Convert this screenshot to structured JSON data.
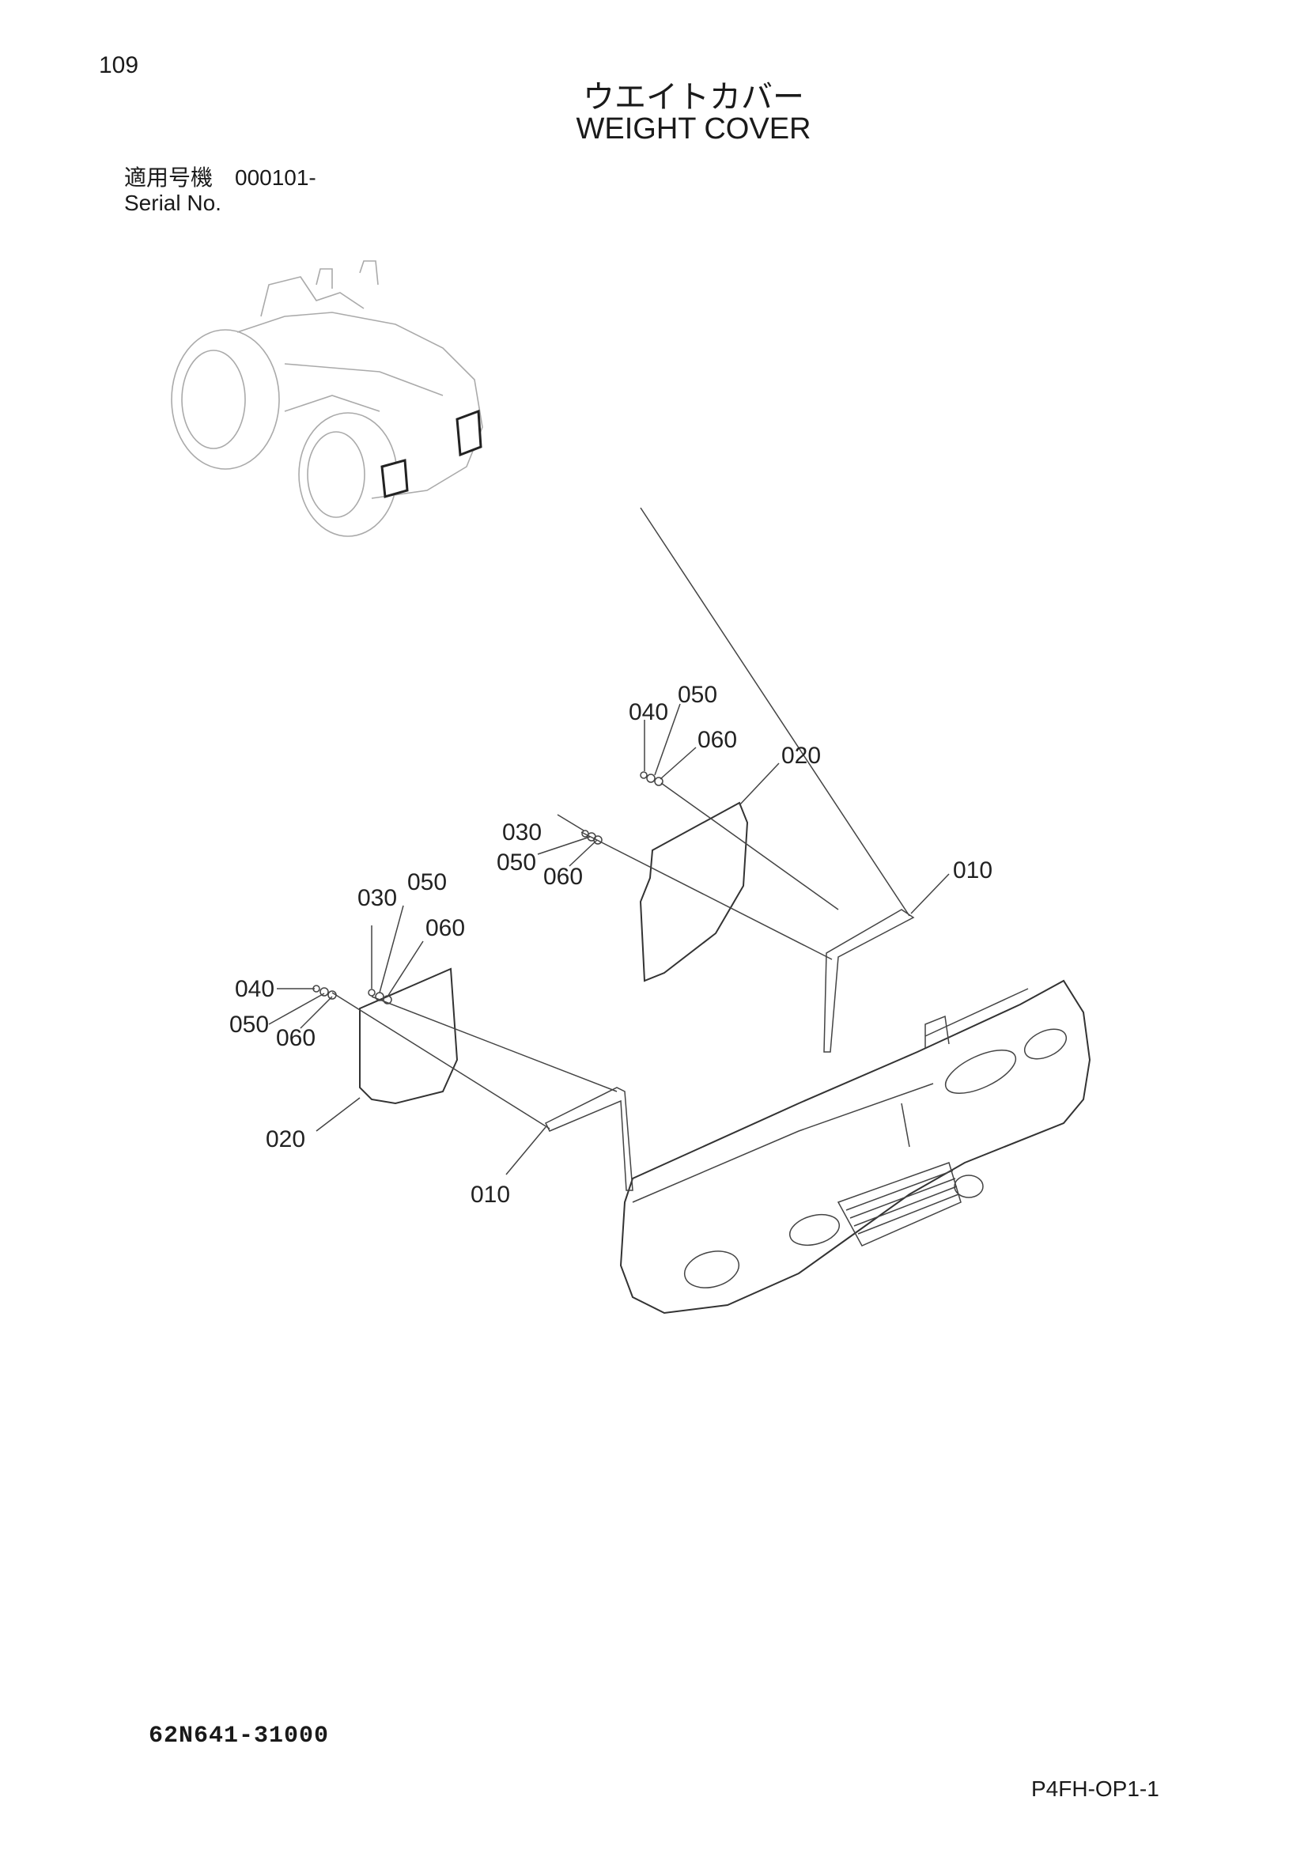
{
  "header": {
    "page_number": "109",
    "title_jp": "ウエイトカバー",
    "title_en": "WEIGHT COVER",
    "serial_jp": "適用号機　000101-",
    "serial_en": "Serial No."
  },
  "footer": {
    "drawing_number": "62N641-31000",
    "sheet_code": "P4FH-OP1-1"
  },
  "callouts": {
    "r_040": "040",
    "r_050": "050",
    "r_060": "060",
    "r_020": "020",
    "r_030": "030",
    "r_050b": "050",
    "r_060b": "060",
    "r_010": "010",
    "l_030": "030",
    "l_050": "050",
    "l_060": "060",
    "l_040": "040",
    "l_050b": "050",
    "l_060b": "060",
    "l_020": "020",
    "l_010": "010"
  }
}
